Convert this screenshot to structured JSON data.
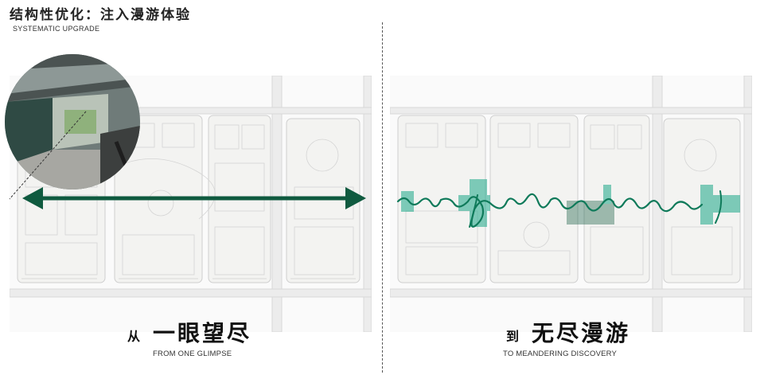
{
  "header": {
    "title": "结构性优化：注入漫游体验",
    "subtitle": "SYSTEMATIC UPGRADE"
  },
  "left_panel": {
    "caption_small": "从",
    "caption_big": "一眼望尽",
    "caption_en": "FROM ONE GLIMPSE"
  },
  "right_panel": {
    "caption_small": "到",
    "caption_big": "无尽漫游",
    "caption_en": "TO MEANDERING DISCOVERY"
  },
  "colors": {
    "accent_dark_green": "#0f5a3f",
    "accent_teal": "#1ba889",
    "map_line": "#c9c9c9",
    "map_fill": "#f1f1ef"
  },
  "icons": {
    "arrow": "double-headed-arrow-icon",
    "path": "meandering-path-icon"
  }
}
